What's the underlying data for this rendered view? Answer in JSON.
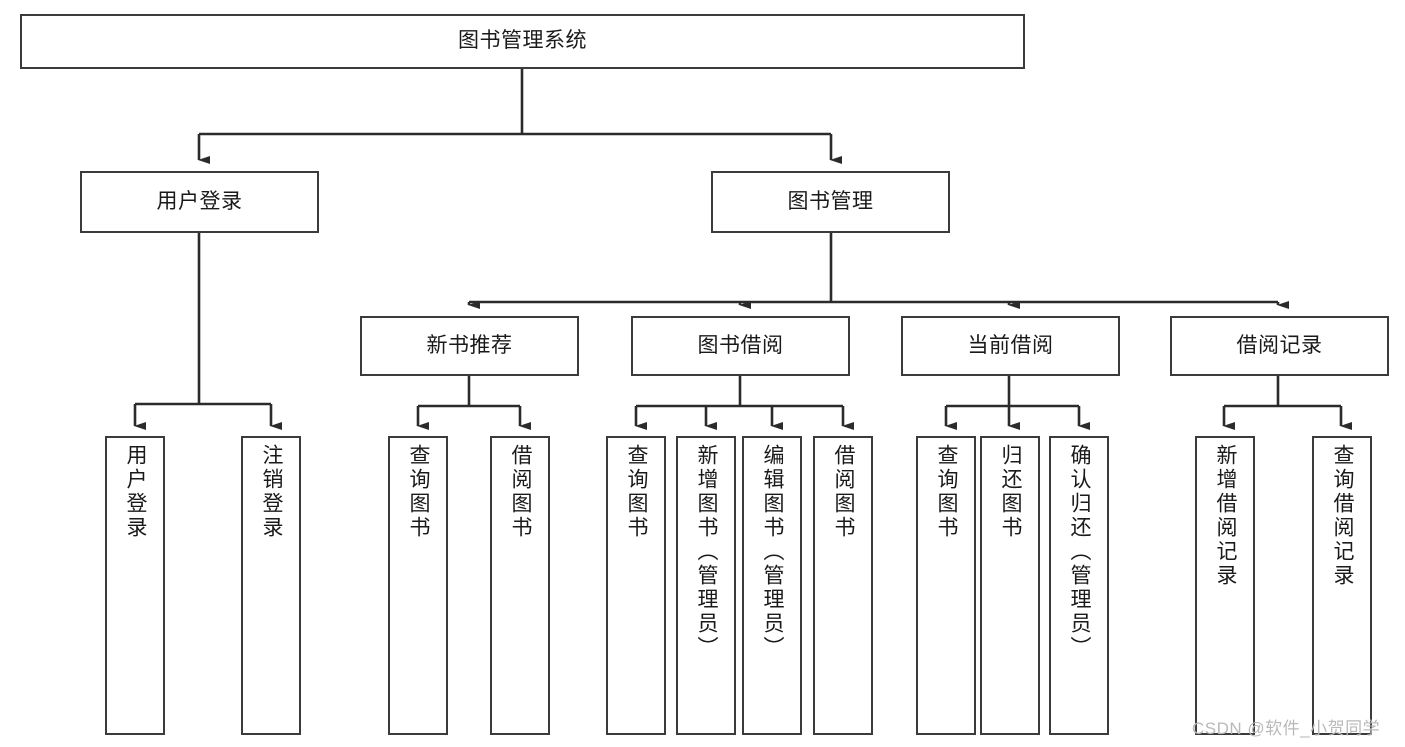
{
  "diagram": {
    "title": "图书管理系统",
    "type": "tree-hierarchy",
    "watermark": "CSDN @软件_小贺同学",
    "colors": {
      "box_border": "#3b3b3b",
      "box_fill": "#ffffff",
      "connector": "#2b2b2b",
      "text": "#1a1a1a",
      "watermark": "#b9b9b9"
    },
    "nodes": {
      "root": {
        "label": "图书管理系统",
        "level": 1,
        "orientation": "horizontal"
      },
      "user_login": {
        "label": "用户登录",
        "level": 2,
        "orientation": "horizontal"
      },
      "book_manage": {
        "label": "图书管理",
        "level": 2,
        "orientation": "horizontal"
      },
      "new_book_rec": {
        "label": "新书推荐",
        "level": 3,
        "orientation": "horizontal"
      },
      "book_borrow": {
        "label": "图书借阅",
        "level": 3,
        "orientation": "horizontal"
      },
      "current_borrow": {
        "label": "当前借阅",
        "level": 3,
        "orientation": "horizontal"
      },
      "borrow_record": {
        "label": "借阅记录",
        "level": 3,
        "orientation": "horizontal"
      },
      "leaf_user_login": {
        "label": "用户登录",
        "level": 4,
        "orientation": "vertical"
      },
      "leaf_logout": {
        "label": "注销登录",
        "level": 4,
        "orientation": "vertical"
      },
      "leaf_query_book_1": {
        "label": "查询图书",
        "level": 4,
        "orientation": "vertical"
      },
      "leaf_borrow_book_1": {
        "label": "借阅图书",
        "level": 4,
        "orientation": "vertical"
      },
      "leaf_query_book_2": {
        "label": "查询图书",
        "level": 4,
        "orientation": "vertical"
      },
      "leaf_add_book": {
        "label": "新增图书（管理员）",
        "level": 4,
        "orientation": "vertical"
      },
      "leaf_edit_book": {
        "label": "编辑图书（管理员）",
        "level": 4,
        "orientation": "vertical"
      },
      "leaf_borrow_book_2": {
        "label": "借阅图书",
        "level": 4,
        "orientation": "vertical"
      },
      "leaf_query_book_3": {
        "label": "查询图书",
        "level": 4,
        "orientation": "vertical"
      },
      "leaf_return_book": {
        "label": "归还图书",
        "level": 4,
        "orientation": "vertical"
      },
      "leaf_confirm_return": {
        "label": "确认归还（管理员）",
        "level": 4,
        "orientation": "vertical"
      },
      "leaf_add_record": {
        "label": "新增借阅记录",
        "level": 4,
        "orientation": "vertical"
      },
      "leaf_query_record": {
        "label": "查询借阅记录",
        "level": 4,
        "orientation": "vertical"
      }
    },
    "edges": [
      {
        "from": "root",
        "to": "user_login"
      },
      {
        "from": "root",
        "to": "book_manage"
      },
      {
        "from": "user_login",
        "to": "leaf_user_login"
      },
      {
        "from": "user_login",
        "to": "leaf_logout"
      },
      {
        "from": "book_manage",
        "to": "new_book_rec"
      },
      {
        "from": "book_manage",
        "to": "book_borrow"
      },
      {
        "from": "book_manage",
        "to": "current_borrow"
      },
      {
        "from": "book_manage",
        "to": "borrow_record"
      },
      {
        "from": "new_book_rec",
        "to": "leaf_query_book_1"
      },
      {
        "from": "new_book_rec",
        "to": "leaf_borrow_book_1"
      },
      {
        "from": "book_borrow",
        "to": "leaf_query_book_2"
      },
      {
        "from": "book_borrow",
        "to": "leaf_add_book"
      },
      {
        "from": "book_borrow",
        "to": "leaf_edit_book"
      },
      {
        "from": "book_borrow",
        "to": "leaf_borrow_book_2"
      },
      {
        "from": "current_borrow",
        "to": "leaf_query_book_3"
      },
      {
        "from": "current_borrow",
        "to": "leaf_return_book"
      },
      {
        "from": "current_borrow",
        "to": "leaf_confirm_return"
      },
      {
        "from": "borrow_record",
        "to": "leaf_add_record"
      },
      {
        "from": "borrow_record",
        "to": "leaf_query_record"
      }
    ]
  }
}
